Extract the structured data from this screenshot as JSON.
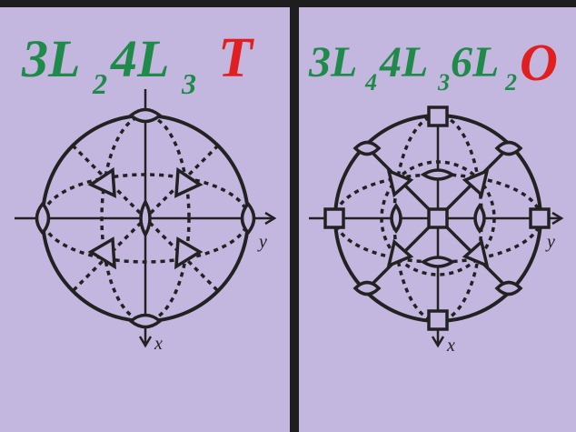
{
  "colors": {
    "background": "#c4b7df",
    "divider": "#1e1e1e",
    "formula_green": "#1f8a49",
    "symbol_red": "#e02020",
    "ink": "#222222"
  },
  "left": {
    "formula_parts": [
      "3L",
      "2",
      "4L",
      "3"
    ],
    "symbol": "T",
    "axis_x": "x",
    "axis_y": "y"
  },
  "right": {
    "formula_parts": [
      "3L",
      "4",
      "4L",
      "3",
      "6L",
      "2"
    ],
    "symbol": "O",
    "axis_x": "x",
    "axis_y": "y"
  }
}
